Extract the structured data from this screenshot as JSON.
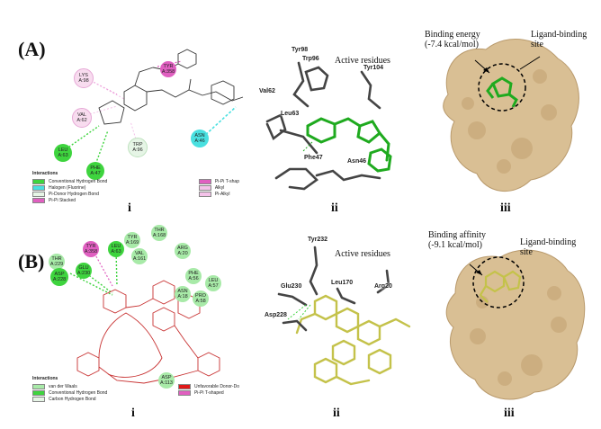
{
  "panels": [
    {
      "letter": "(A)",
      "subs": [
        "i",
        "ii",
        "iii"
      ],
      "residues_2d": [
        {
          "label": "TYR\nA:358",
          "kind": "pistack"
        },
        {
          "label": "LYS\nA:98",
          "kind": "alkyl"
        },
        {
          "label": "VAL\nA:62",
          "kind": "alkyl"
        },
        {
          "label": "LEU\nA:63",
          "kind": "hbond"
        },
        {
          "label": "PHE\nA:47",
          "kind": "hbond"
        },
        {
          "label": "TRP\nA:96",
          "kind": "pialkyl"
        },
        {
          "label": "ASN\nA:46",
          "kind": "halogen"
        }
      ],
      "legend": {
        "title": "Interactions",
        "left": [
          {
            "label": "Conventional Hydrogen Bond",
            "color": "#3ed43e"
          },
          {
            "label": "Halogen (Fluorine)",
            "color": "#49e0e0"
          },
          {
            "label": "Pi-Donor Hydrogen Bond",
            "color": "#e6f5e6"
          },
          {
            "label": "Pi-Pi Stacked",
            "color": "#e05fc0"
          }
        ],
        "right": [
          {
            "label": "Pi-Pi T-shap",
            "color": "#e05fc0"
          },
          {
            "label": "Alkyl",
            "color": "#f4c2e9"
          },
          {
            "label": "Pi-Alkyl",
            "color": "#f4c2e9"
          }
        ]
      },
      "active_title": "Active residues",
      "residues_3d": [
        "Tyr98",
        "Trp96",
        "Tyr104",
        "Val62",
        "Leu63",
        "Phe47",
        "Asn46"
      ],
      "callout": "Binding energy\n(-7.4 kcal/mol)",
      "site": "Ligand-binding\nsite"
    },
    {
      "letter": "(B)",
      "subs": [
        "i",
        "ii",
        "iii"
      ],
      "residues_2d": [
        {
          "label": "TYR\nA:358",
          "kind": "pistack"
        },
        {
          "label": "LEU\nA:63",
          "kind": "hbond"
        },
        {
          "label": "TYR\nA:169",
          "kind": "vdw"
        },
        {
          "label": "THR\nA:168",
          "kind": "vdw"
        },
        {
          "label": "THR\nA:229",
          "kind": "vdw"
        },
        {
          "label": "VAL\nA:161",
          "kind": "vdw"
        },
        {
          "label": "GLU\nA:230",
          "kind": "hbond"
        },
        {
          "label": "ASP\nA:228",
          "kind": "hbond"
        },
        {
          "label": "ARG\nA:20",
          "kind": "vdw"
        },
        {
          "label": "PHE\nA:56",
          "kind": "vdw"
        },
        {
          "label": "ASN\nA:18",
          "kind": "vdw"
        },
        {
          "label": "LEU\nA:57",
          "kind": "vdw"
        },
        {
          "label": "PRO\nA:58",
          "kind": "vdw"
        },
        {
          "label": "ASP\nA:113",
          "kind": "vdw"
        }
      ],
      "legend": {
        "title": "Interactions",
        "left": [
          {
            "label": "van der Waals",
            "color": "#a8eaa8"
          },
          {
            "label": "Conventional Hydrogen Bond",
            "color": "#3ed43e"
          },
          {
            "label": "Carbon Hydrogen Bond",
            "color": "#e6f5e6"
          }
        ],
        "right": [
          {
            "label": "Unfavorable Donor-Do",
            "color": "#e01818"
          },
          {
            "label": "Pi-Pi T-shaped",
            "color": "#e05fc0"
          }
        ]
      },
      "active_title": "Active residues",
      "residues_3d": [
        "Tyr232",
        "Glu230",
        "Leu170",
        "Arg20",
        "Asp228"
      ],
      "callout": "Binding affinity\n(-9.1 kcal/mol)",
      "site": "Ligand-binding\nsite"
    }
  ],
  "colors": {
    "surface": "#d9bf94",
    "surface_shade": "#b99a6c",
    "ligand_a": "#1faa1f",
    "ligand_b": "#c4c24a",
    "hbond": "#3ed43e",
    "vdw": "#a8eaa8",
    "pistack": "#e05fc0",
    "alkyl": "#f4c2e9",
    "halogen": "#49e0e0"
  }
}
